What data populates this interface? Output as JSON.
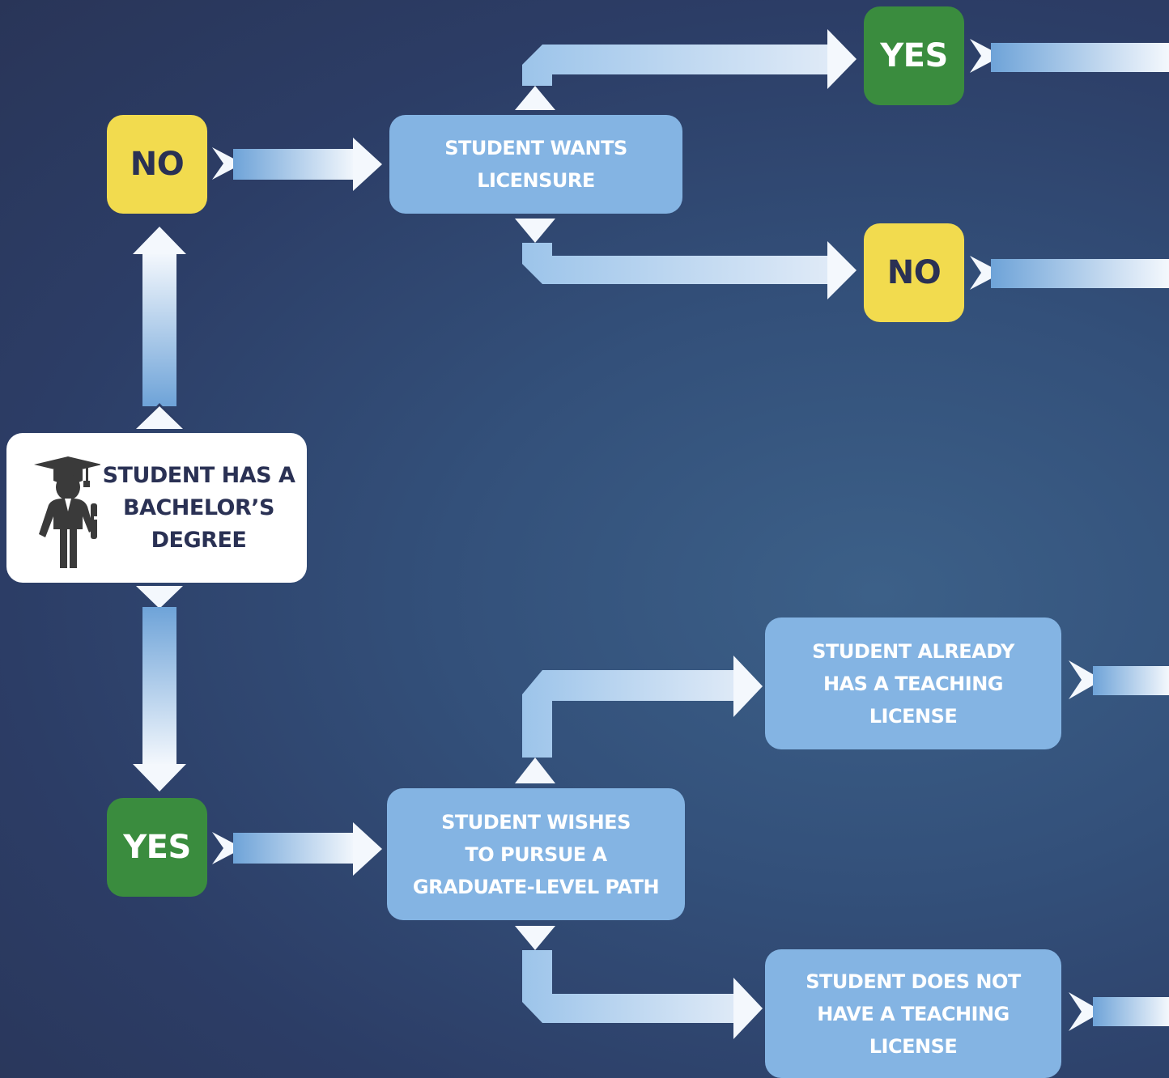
{
  "colors": {
    "yes": "#3a8c3e",
    "no": "#f2db4e",
    "decision_box": "#84b4e3",
    "start_box": "#ffffff",
    "arrow_light": "#f2f7fd",
    "arrow_dark": "#6ea3d8",
    "text_dark": "#2a3154"
  },
  "nodes": {
    "start": {
      "label": "STUDENT HAS A\nBACHELOR’S\nDEGREE",
      "icon": "graduate-icon"
    },
    "no_left": {
      "label": "NO"
    },
    "yes_left": {
      "label": "YES"
    },
    "wants_licensure": {
      "label": "STUDENT WANTS\nLICENSURE"
    },
    "yes_top": {
      "label": "YES"
    },
    "no_top": {
      "label": "NO"
    },
    "wishes_graduate": {
      "label": "STUDENT WISHES\nTO PURSUE A\nGRADUATE-LEVEL PATH"
    },
    "has_license": {
      "label": "STUDENT ALREADY\nHAS A TEACHING\nLICENSE"
    },
    "no_license": {
      "label": "STUDENT DOES NOT\nHAVE A TEACHING\nLICENSE"
    }
  }
}
